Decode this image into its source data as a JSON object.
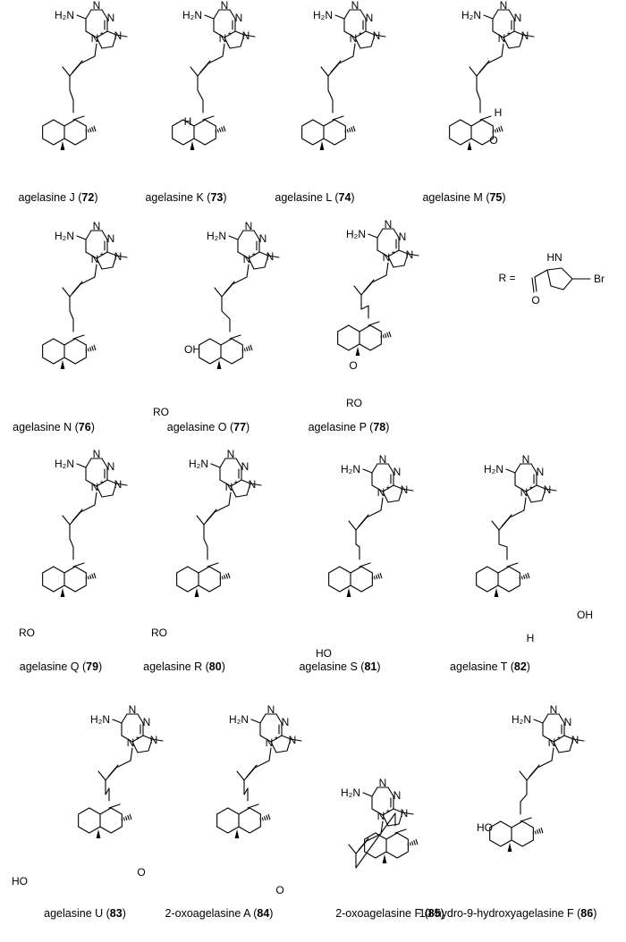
{
  "atoms": {
    "nh2": "H₂N",
    "n": "N",
    "n_plus": "N",
    "plus": "+",
    "h": "H",
    "o": "O",
    "oh": "OH",
    "ho": "HO",
    "ro": "RO",
    "hn": "HN",
    "br": "Br"
  },
  "r_group": {
    "label": "R ="
  },
  "compounds": [
    {
      "name": "agelasine J",
      "number": "72"
    },
    {
      "name": "agelasine K",
      "number": "73"
    },
    {
      "name": "agelasine L",
      "number": "74"
    },
    {
      "name": "agelasine M",
      "number": "75"
    },
    {
      "name": "agelasine N",
      "number": "76"
    },
    {
      "name": "agelasine O",
      "number": "77"
    },
    {
      "name": "agelasine P",
      "number": "78"
    },
    {
      "name": "agelasine Q",
      "number": "79"
    },
    {
      "name": "agelasine R",
      "number": "80"
    },
    {
      "name": "agelasine S",
      "number": "81"
    },
    {
      "name": "agelasine T",
      "number": "82"
    },
    {
      "name": "agelasine U",
      "number": "83"
    },
    {
      "name": "2-oxoagelasine A",
      "number": "84"
    },
    {
      "name": "2-oxoagelasine F",
      "number": "85"
    },
    {
      "name": "10-hydro-9-hydroxyagelasine F",
      "number": "86"
    }
  ]
}
